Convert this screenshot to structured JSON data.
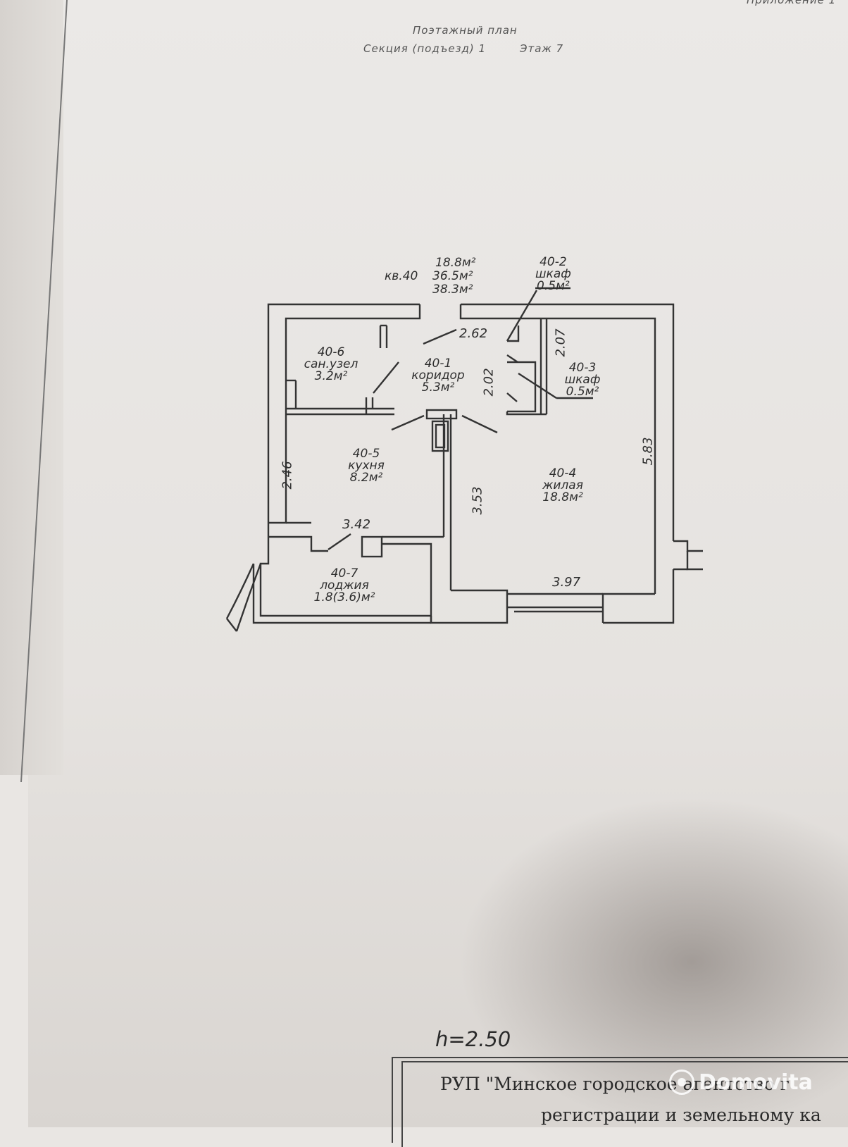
{
  "top_right_note": "Приложение 1",
  "header": {
    "line1": "Поэтажный план",
    "section": "Секция (подъезд) 1",
    "floor": "Этаж 7"
  },
  "apartment": {
    "number": "кв.40",
    "area_living": "18.8м²",
    "area_total": "36.5м²",
    "area_full": "38.3м²"
  },
  "rooms": [
    {
      "id": "40-1",
      "name": "коридор",
      "area": "5.3м²"
    },
    {
      "id": "40-2",
      "name": "шкаф",
      "area": "0.5м²"
    },
    {
      "id": "40-3",
      "name": "шкаф",
      "area": "0.5м²"
    },
    {
      "id": "40-4",
      "name": "жилая",
      "area": "18.8м²"
    },
    {
      "id": "40-5",
      "name": "кухня",
      "area": "8.2м²"
    },
    {
      "id": "40-6",
      "name": "сан.узел",
      "area": "3.2м²"
    },
    {
      "id": "40-7",
      "name": "лоджия",
      "area": "1.8(3.6)м²"
    }
  ],
  "dimensions": {
    "corridor_width": "2.62",
    "closet_height": "2.07",
    "corridor_depth": "2.02",
    "living_height": "5.83",
    "living_left": "3.53",
    "living_bottom": "3.97",
    "kitchen_height": "2.46",
    "kitchen_width": "3.42"
  },
  "ceiling_height": "h=2.50",
  "stamp": {
    "line1": "РУП \"Минское городское агентство г",
    "line2": "регистрации и земельному ка"
  },
  "watermark": "Domovita"
}
